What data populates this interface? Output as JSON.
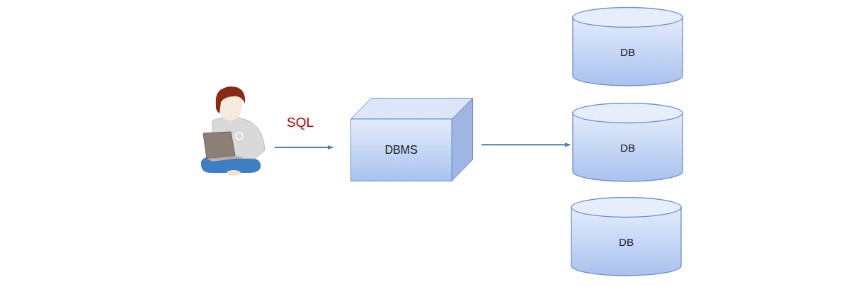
{
  "diagram": {
    "nodes": [
      {
        "text": [
          "DBMS"
        ]
      },
      {
        "text": [
          "DB"
        ]
      },
      {
        "text": [
          "DB"
        ]
      },
      {
        "text": [
          "DB"
        ]
      }
    ],
    "edges": [
      {
        "from": 0,
        "to": 2,
        "arrow": "to"
      }
    ],
    "labels": [
      "SQL"
    ]
  }
}
